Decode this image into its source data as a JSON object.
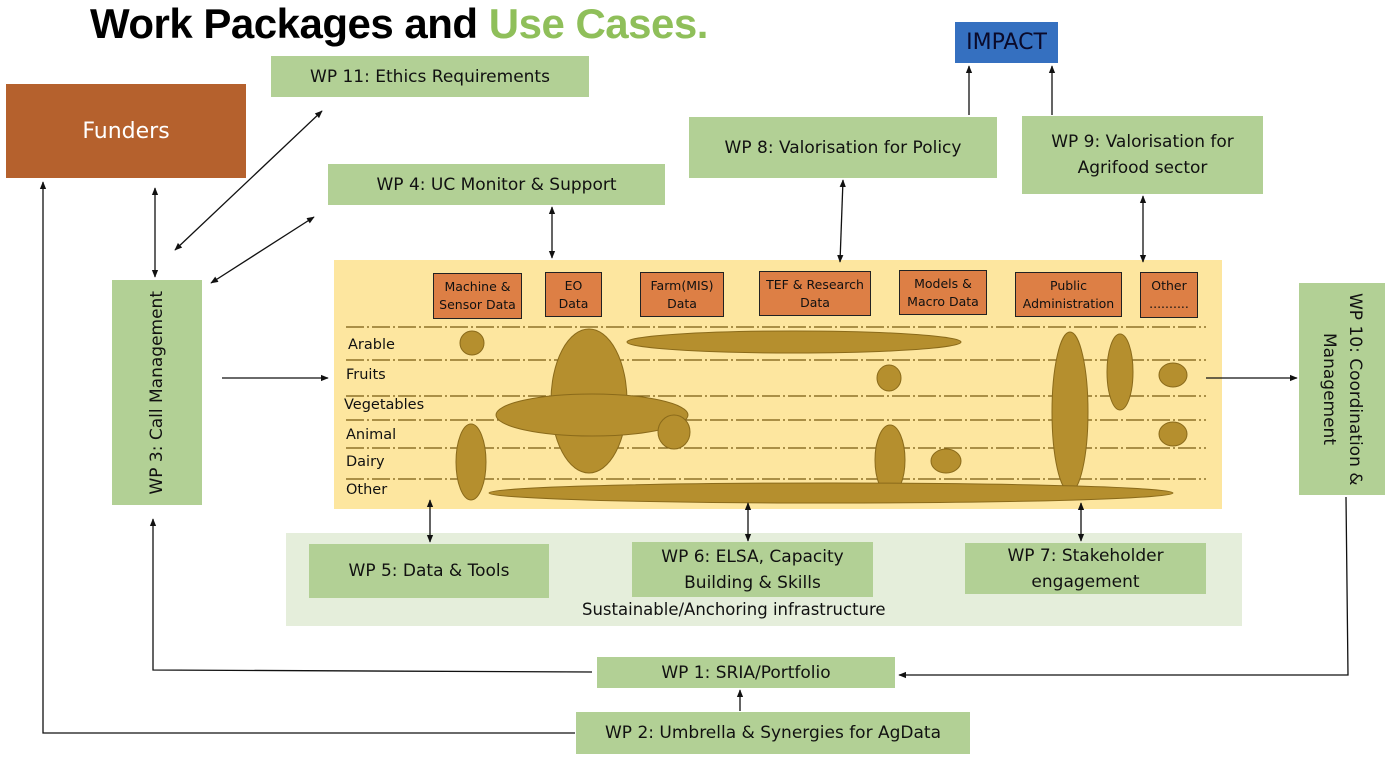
{
  "title": {
    "part1": "Work Packages and ",
    "part2": "Use Cases."
  },
  "colors": {
    "wp_green": "#b2d095",
    "funders": "#b5612d",
    "impact": "#3570c0",
    "use_case_area": "#fde69f",
    "data_source": "#dd7f45",
    "blob": "#b58f2e",
    "infra": "#e5eedb",
    "title_accent": "#8fbf5a"
  },
  "funders": "Funders",
  "impact": "IMPACT",
  "wps": {
    "wp1": "WP 1: SRIA/Portfolio",
    "wp2": "WP 2: Umbrella & Synergies for AgData",
    "wp3": "WP 3: Call Management",
    "wp4": "WP 4: UC Monitor & Support",
    "wp5": "WP 5: Data & Tools",
    "wp6_line1": "WP 6: ELSA, Capacity",
    "wp6_line2": "Building & Skills",
    "wp7_line1": "WP 7: Stakeholder",
    "wp7_line2": "engagement",
    "wp8": "WP 8: Valorisation for Policy",
    "wp9_line1": "WP 9: Valorisation for",
    "wp9_line2": "Agrifood sector",
    "wp10_line1": "WP 10: Coordination &",
    "wp10_line2": "Management",
    "wp11": "WP 11: Ethics Requirements"
  },
  "infra_label": "Sustainable/Anchoring infrastructure",
  "data_sources": [
    {
      "line1": "Machine &",
      "line2": "Sensor Data"
    },
    {
      "line1": "EO",
      "line2": "Data"
    },
    {
      "line1": "Farm(MIS)",
      "line2": "Data"
    },
    {
      "line1": "TEF & Research",
      "line2": "Data"
    },
    {
      "line1": "Models &",
      "line2": "Macro Data"
    },
    {
      "line1": "Public",
      "line2": "Administration"
    },
    {
      "line1": "Other",
      "line2": ".........."
    }
  ],
  "sectors": [
    "Arable",
    "Fruits",
    "Vegetables",
    "Animal",
    "Dairy",
    "Other"
  ]
}
